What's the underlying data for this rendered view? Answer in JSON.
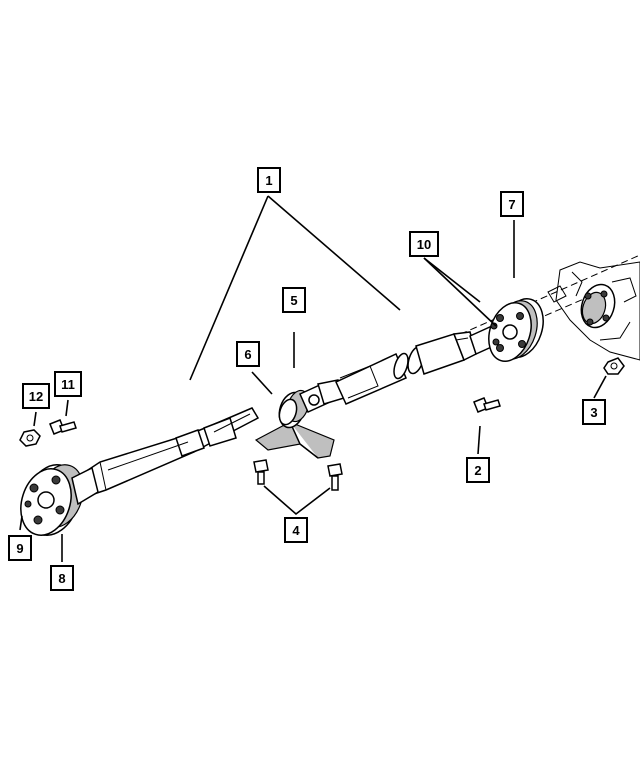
{
  "colors": {
    "ink": "#000000",
    "paper": "#ffffff",
    "shade": "#bfbfbf"
  },
  "callouts": [
    {
      "id": "1",
      "label": "1"
    },
    {
      "id": "2",
      "label": "2"
    },
    {
      "id": "3",
      "label": "3"
    },
    {
      "id": "4",
      "label": "4"
    },
    {
      "id": "5",
      "label": "5"
    },
    {
      "id": "6",
      "label": "6"
    },
    {
      "id": "7",
      "label": "7"
    },
    {
      "id": "8",
      "label": "8"
    },
    {
      "id": "9",
      "label": "9"
    },
    {
      "id": "10",
      "label": "10"
    },
    {
      "id": "11",
      "label": "11"
    },
    {
      "id": "12",
      "label": "12"
    }
  ]
}
